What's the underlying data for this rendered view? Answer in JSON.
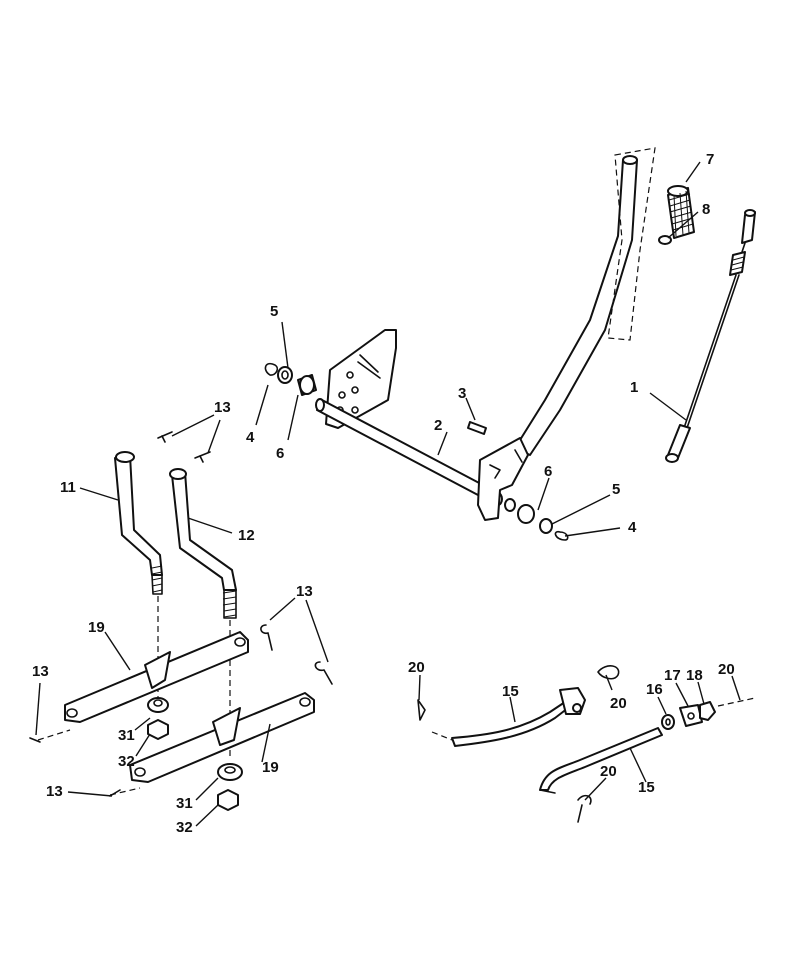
{
  "callouts": [
    {
      "id": "c1",
      "label": "1"
    },
    {
      "id": "c2",
      "label": "2"
    },
    {
      "id": "c3",
      "label": "3"
    },
    {
      "id": "c4a",
      "label": "4"
    },
    {
      "id": "c4b",
      "label": "4"
    },
    {
      "id": "c5a",
      "label": "5"
    },
    {
      "id": "c5b",
      "label": "5"
    },
    {
      "id": "c6a",
      "label": "6"
    },
    {
      "id": "c6b",
      "label": "6"
    },
    {
      "id": "c7",
      "label": "7"
    },
    {
      "id": "c8",
      "label": "8"
    },
    {
      "id": "c11",
      "label": "11"
    },
    {
      "id": "c12",
      "label": "12"
    },
    {
      "id": "c13a",
      "label": "13"
    },
    {
      "id": "c13b",
      "label": "13"
    },
    {
      "id": "c13c",
      "label": "13"
    },
    {
      "id": "c13d",
      "label": "13"
    },
    {
      "id": "c15a",
      "label": "15"
    },
    {
      "id": "c15b",
      "label": "15"
    },
    {
      "id": "c16",
      "label": "16"
    },
    {
      "id": "c17",
      "label": "17"
    },
    {
      "id": "c18",
      "label": "18"
    },
    {
      "id": "c19a",
      "label": "19"
    },
    {
      "id": "c19b",
      "label": "19"
    },
    {
      "id": "c20a",
      "label": "20"
    },
    {
      "id": "c20b",
      "label": "20"
    },
    {
      "id": "c20c",
      "label": "20"
    },
    {
      "id": "c20d",
      "label": "20"
    },
    {
      "id": "c31a",
      "label": "31"
    },
    {
      "id": "c31b",
      "label": "31"
    },
    {
      "id": "c32a",
      "label": "32"
    },
    {
      "id": "c32b",
      "label": "32"
    }
  ]
}
